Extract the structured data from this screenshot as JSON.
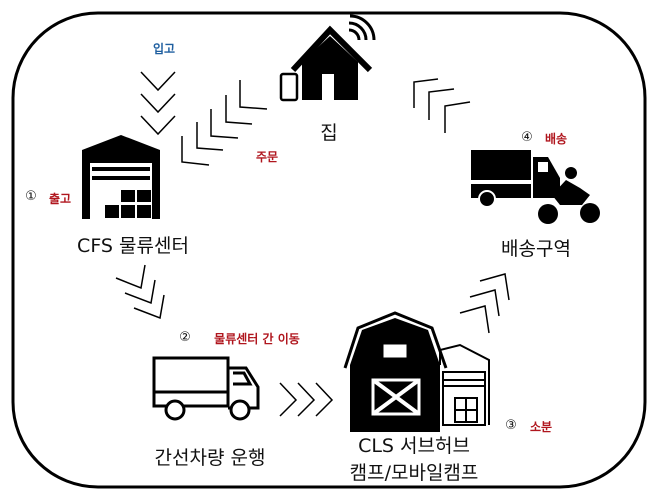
{
  "colors": {
    "stroke": "#000000",
    "red_note": "#b0161e",
    "blue_note": "#1f5fa0"
  },
  "nodes": {
    "home": "집",
    "cfs": "CFS 물류센터",
    "linehaul": "간선차량 운행",
    "cls_line1": "CLS 서브허브",
    "cls_line2": "캠프/모바일캠프",
    "delivery_area": "배송구역"
  },
  "notes": {
    "inbound": "입고",
    "order": "주문",
    "step1_num": "①",
    "step1": "출고",
    "step2_num": "②",
    "step2": "물류센터 간 이동",
    "step3_num": "③",
    "step3": "소분",
    "step4_num": "④",
    "step4": "배송"
  },
  "icons": [
    "house-wifi-icon",
    "smartphone-icon",
    "warehouse-icon",
    "truck-outline-icon",
    "barn-icon",
    "warehouse-side-icon",
    "delivery-truck-icon",
    "motorcycle-icon",
    "chevron-arrow-icon"
  ]
}
